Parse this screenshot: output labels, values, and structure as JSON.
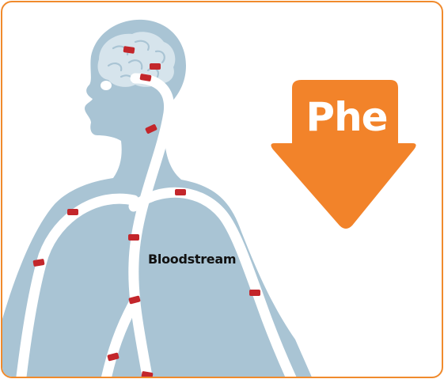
{
  "diagram": {
    "body_label": "Bloodstream",
    "arrow_label": "Phe",
    "arrow_direction": "down",
    "colors": {
      "border": "#f08a2c",
      "body": "#a9c4d4",
      "brain": "#d6e4ec",
      "vessel": "#ffffff",
      "phe_particle": "#c3262b",
      "arrow": "#f2832a"
    }
  }
}
